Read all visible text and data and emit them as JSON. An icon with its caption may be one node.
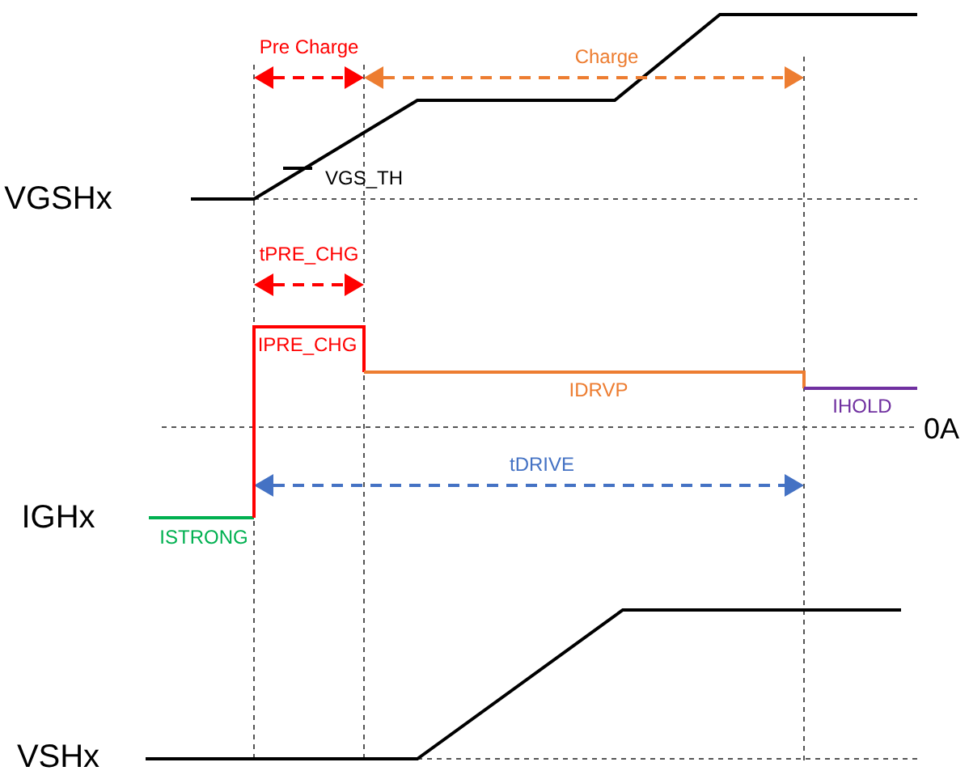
{
  "diagram": {
    "labels": [
      "Pre Charge",
      "Charge",
      "VGSHx",
      "VGS_TH",
      "tPRE_CHG",
      "IPRE_CHG",
      "IDRVP",
      "IHOLD",
      "0A",
      "tDRIVE",
      "IGHx",
      "ISTRONG",
      "VSHx"
    ]
  }
}
